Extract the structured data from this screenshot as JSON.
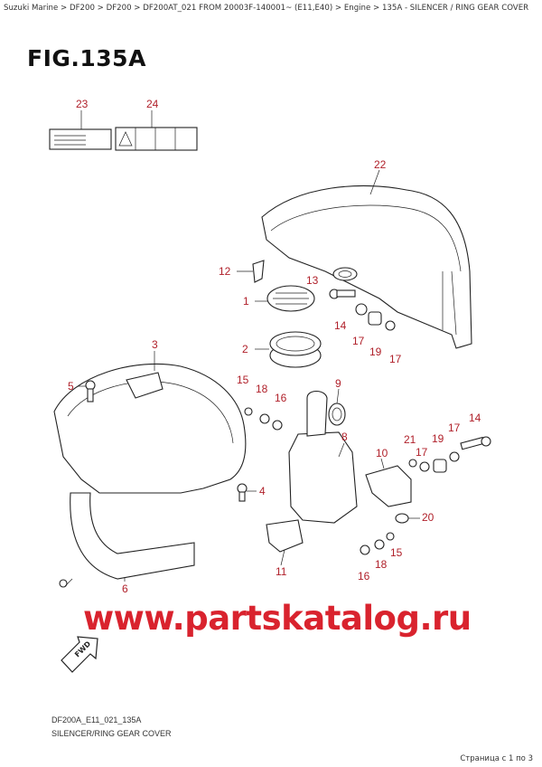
{
  "breadcrumb": "Suzuki Marine > DF200 > DF200 > DF200AT_021 FROM 20003F-140001~ (E11,E40) > Engine > 135A - SILENCER / RING GEAR COVER",
  "figure_title": "FIG.135A",
  "callouts": [
    "23",
    "24",
    "22",
    "12",
    "13",
    "1",
    "14",
    "17",
    "19",
    "17",
    "2",
    "3",
    "9",
    "15",
    "18",
    "16",
    "5",
    "8",
    "10",
    "21",
    "17",
    "19",
    "17",
    "14",
    "4",
    "20",
    "11",
    "16",
    "18",
    "15",
    "6"
  ],
  "watermark": "www.partskatalog.ru",
  "fwd_label": "FWD",
  "diagram_code": "DF200A_E11_021_135A",
  "diagram_caption": "SILENCER/RING GEAR COVER",
  "pagination": "Страница с 1 по 3",
  "colors": {
    "callout": "#b0202a",
    "watermark": "#d9232e"
  }
}
